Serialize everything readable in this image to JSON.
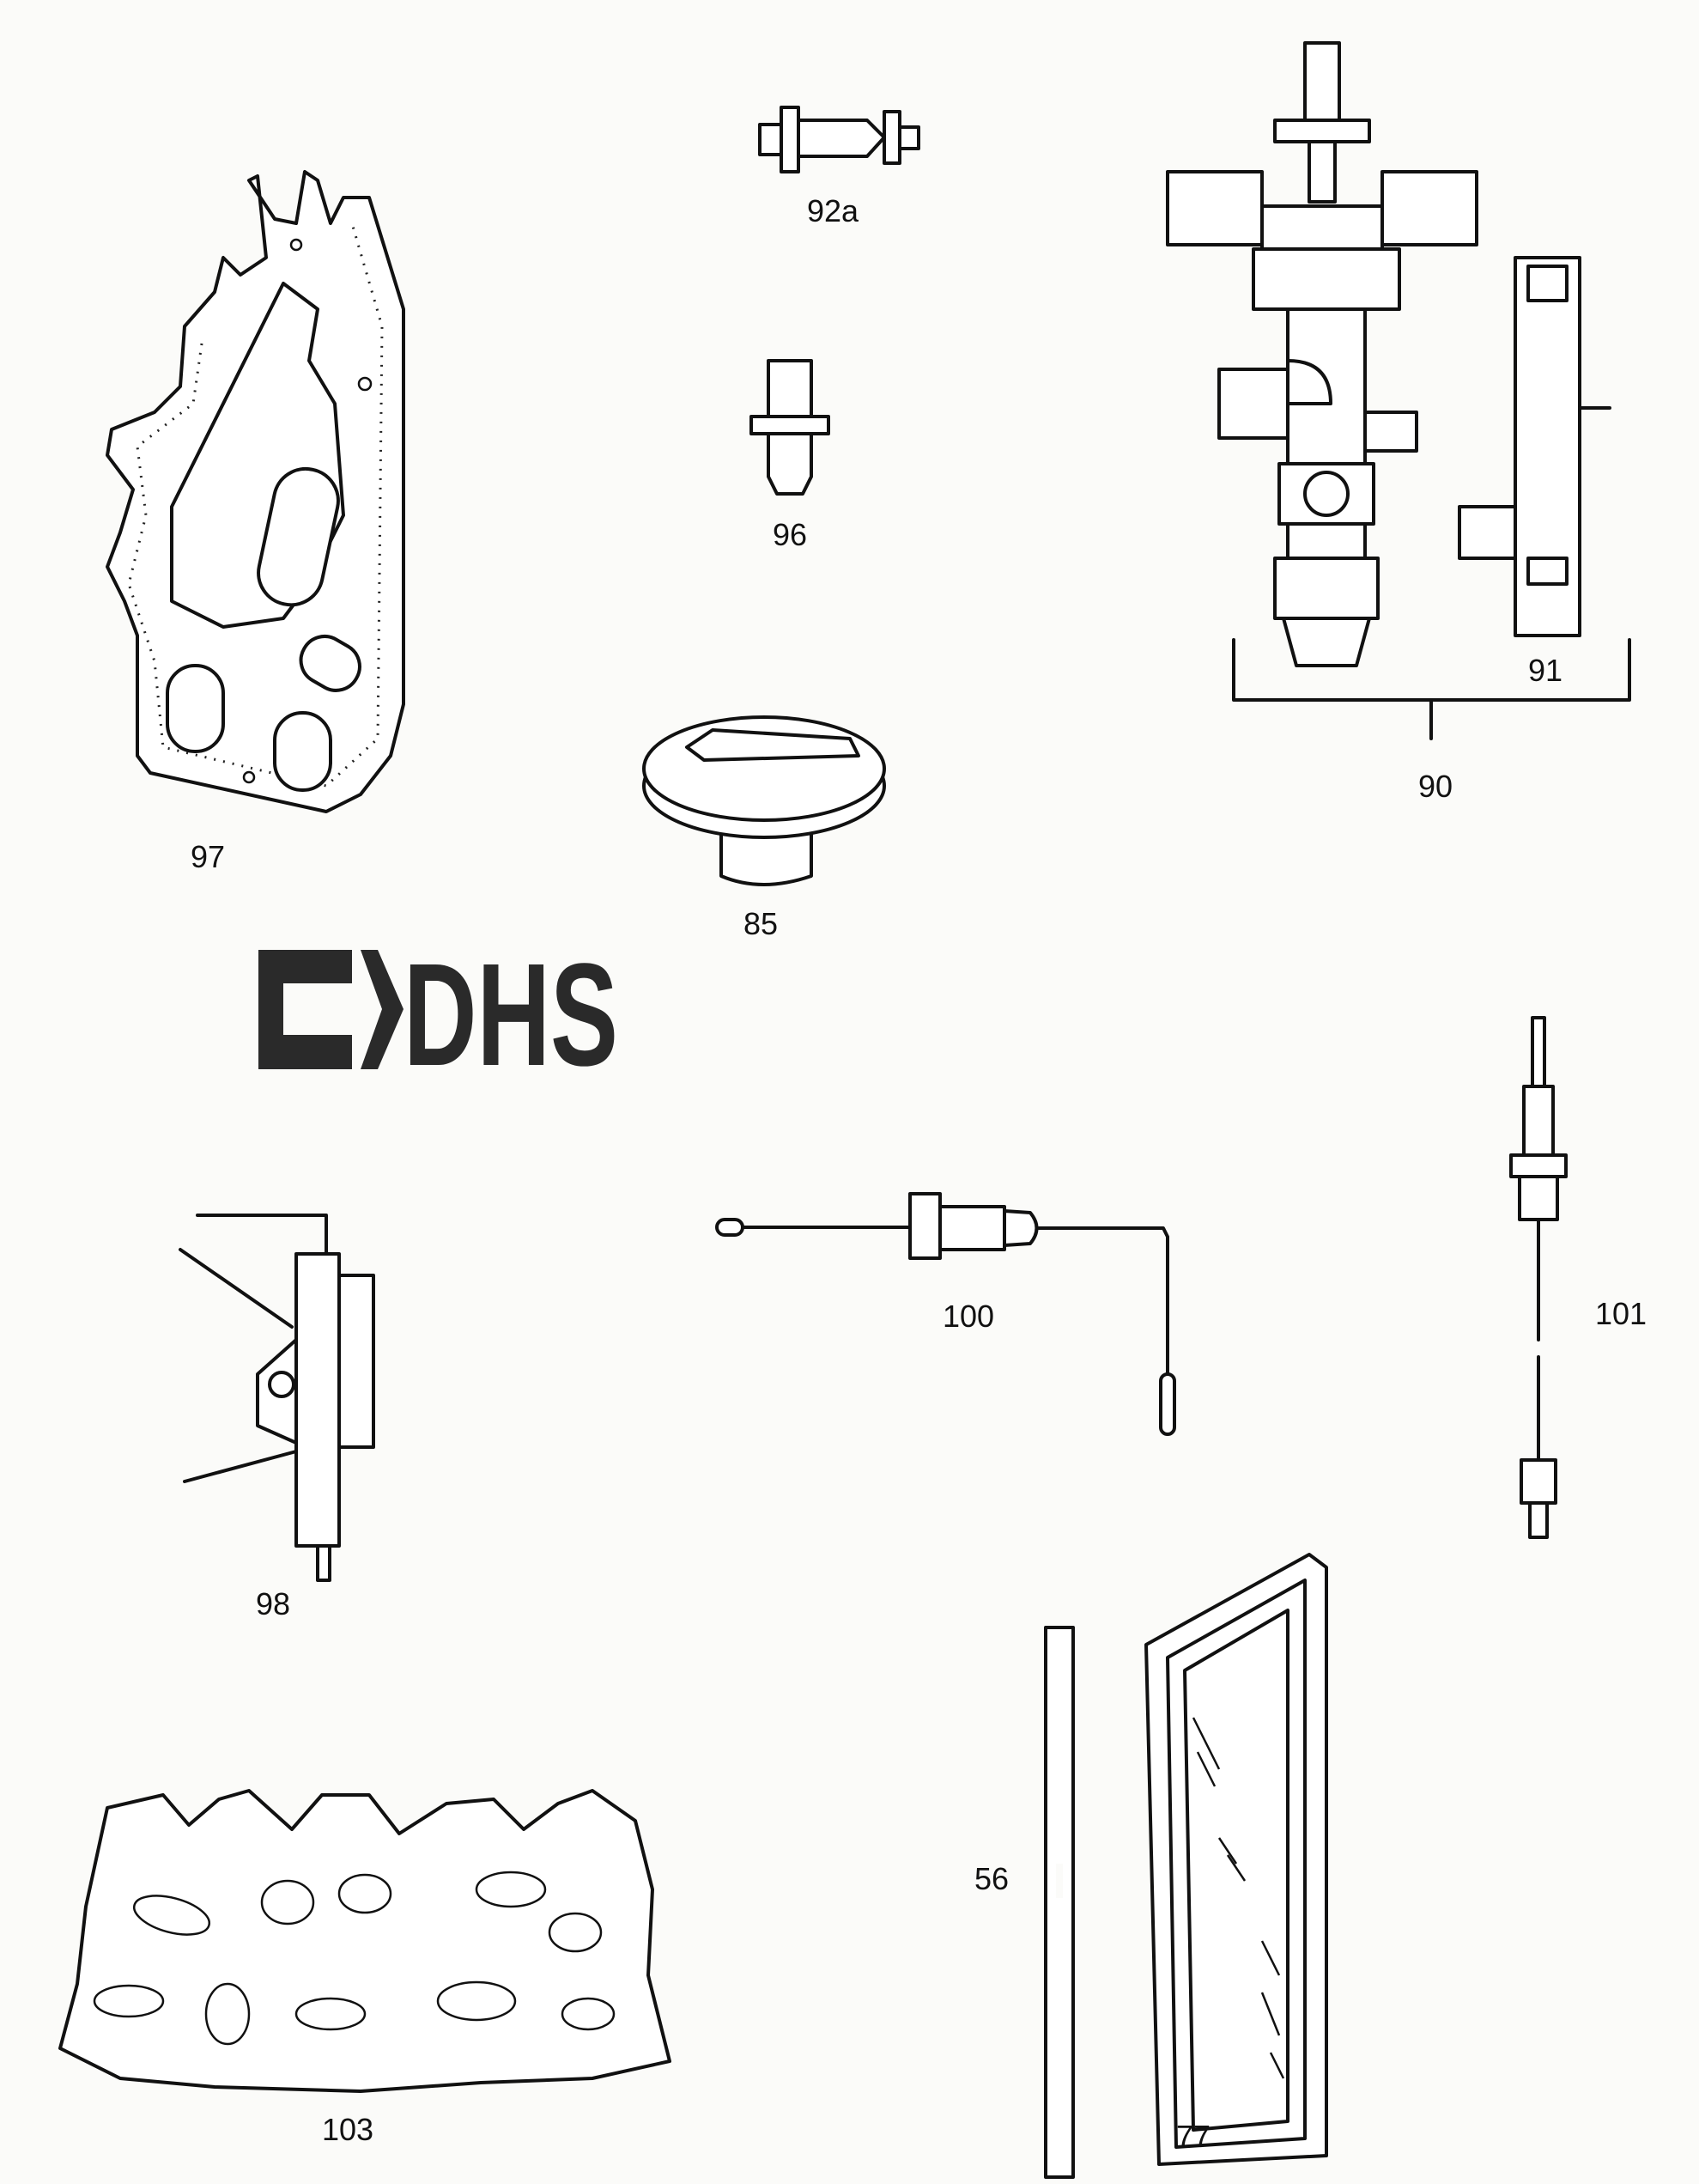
{
  "logo": {
    "text": "DHS"
  },
  "parts": {
    "p97": "97",
    "p92a": "92a",
    "p96": "96",
    "p85": "85",
    "p90": "90",
    "p91": "91",
    "p100": "100",
    "p101": "101",
    "p98": "98",
    "p56": "56",
    "p103": "103",
    "p77": "77"
  }
}
